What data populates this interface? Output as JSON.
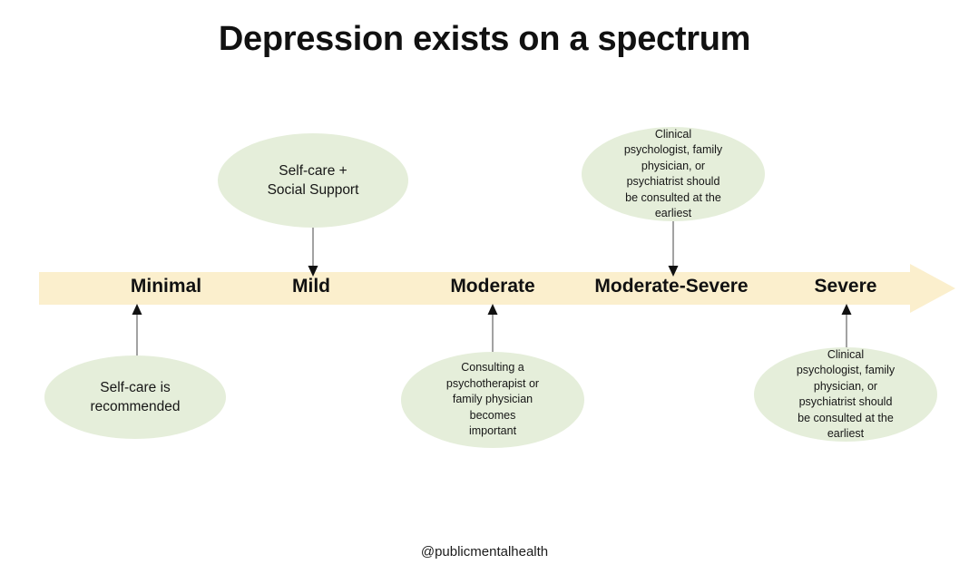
{
  "title": "Depression exists on a spectrum",
  "footer": "@publicmentalhealth",
  "colors": {
    "band": "#fbefcd",
    "bubble": "#e5eeda",
    "connector": "#7a7a7a",
    "arrowhead": "#111111",
    "text": "#111111",
    "background": "#ffffff"
  },
  "spectrum": {
    "stages": [
      {
        "label": "Minimal"
      },
      {
        "label": "Mild"
      },
      {
        "label": "Moderate"
      },
      {
        "label": "Moderate-Severe"
      },
      {
        "label": "Severe"
      }
    ]
  },
  "bubbles": [
    {
      "id": "minimal-bubble",
      "stage": "Minimal",
      "position": "below",
      "text": "Self-care is\nrecommended"
    },
    {
      "id": "mild-bubble",
      "stage": "Mild",
      "position": "above",
      "text": "Self-care +\nSocial Support"
    },
    {
      "id": "moderate-bubble",
      "stage": "Moderate",
      "position": "below",
      "text": "Consulting a\npsychotherapist or\nfamily physician\nbecomes\nimportant"
    },
    {
      "id": "moderate-severe-bubble",
      "stage": "Moderate-Severe",
      "position": "above",
      "text": "Clinical\npsychologist, family\nphysician, or\npsychiatrist should\nbe consulted at the\nearliest"
    },
    {
      "id": "severe-bubble",
      "stage": "Severe",
      "position": "below",
      "text": "Clinical\npsychologist, family\nphysician, or\npsychiatrist should\nbe consulted at the\nearliest"
    }
  ]
}
